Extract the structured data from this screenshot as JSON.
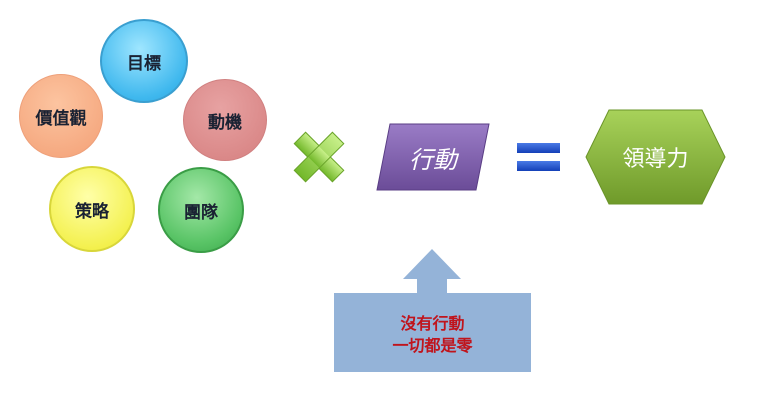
{
  "inputs": {
    "goal": "目標",
    "motive": "動機",
    "values": "價值觀",
    "strategy": "策略",
    "team": "團隊"
  },
  "action": "行動",
  "result": "領導力",
  "callout": {
    "line1": "沒有行動",
    "line2": "一切都是零"
  },
  "colors": {
    "goal": "#3fb8ee",
    "motive": "#d98686",
    "values": "#f5a77e",
    "strategy": "#f3f04c",
    "team": "#59c466",
    "times": "#8ed042",
    "action": "#7b5aa8",
    "equals": "#2255cc",
    "result": "#8bb83a",
    "callout_box": "#94b3d8",
    "callout_text": "#c0141c"
  },
  "icons": {
    "times": "multiply-sign-icon",
    "equals": "equals-sign-icon",
    "callout": "up-arrow-callout"
  }
}
